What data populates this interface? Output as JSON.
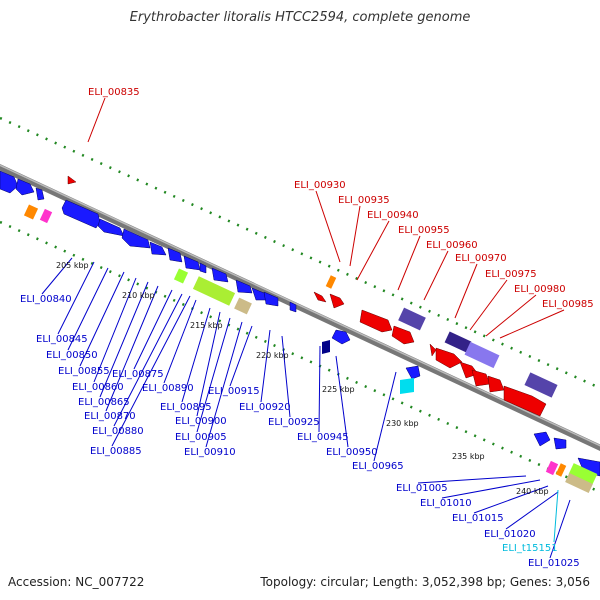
{
  "title": "Erythrobacter litoralis HTCC2594, complete genome",
  "footer": {
    "accession": "Accession: NC_007722",
    "summary": "Topology: circular; Length: 3,052,398 bp; Genes: 3,056"
  },
  "colors": {
    "forward_label": "#cc0000",
    "reverse_label": "#0000cc",
    "trna_label": "#00bbdd",
    "backbone": "#888888",
    "tick": "#228822"
  },
  "kbp_labels": [
    "205 kbp",
    "210 kbp",
    "215 kbp",
    "220 kbp",
    "225 kbp",
    "230 kbp",
    "235 kbp",
    "240 kbp"
  ],
  "labels_top": [
    "ELI_00835"
  ],
  "labels_red": [
    "ELI_00930",
    "ELI_00935",
    "ELI_00940",
    "ELI_00955",
    "ELI_00960",
    "ELI_00970",
    "ELI_00975",
    "ELI_00980",
    "ELI_00985"
  ],
  "labels_blue": [
    "ELI_00840",
    "ELI_00845",
    "ELI_00850",
    "ELI_00855",
    "ELI_00860",
    "ELI_00865",
    "ELI_00870",
    "ELI_00875",
    "ELI_00880",
    "ELI_00885",
    "ELI_00890",
    "ELI_00895",
    "ELI_00900",
    "ELI_00905",
    "ELI_00910",
    "ELI_00915",
    "ELI_00920",
    "ELI_00925",
    "ELI_00945",
    "ELI_00950",
    "ELI_00965",
    "ELI_01005",
    "ELI_01010",
    "ELI_01015",
    "ELI_01020",
    "ELI_01025"
  ],
  "labels_trna": [
    "ELI_t15151"
  ]
}
